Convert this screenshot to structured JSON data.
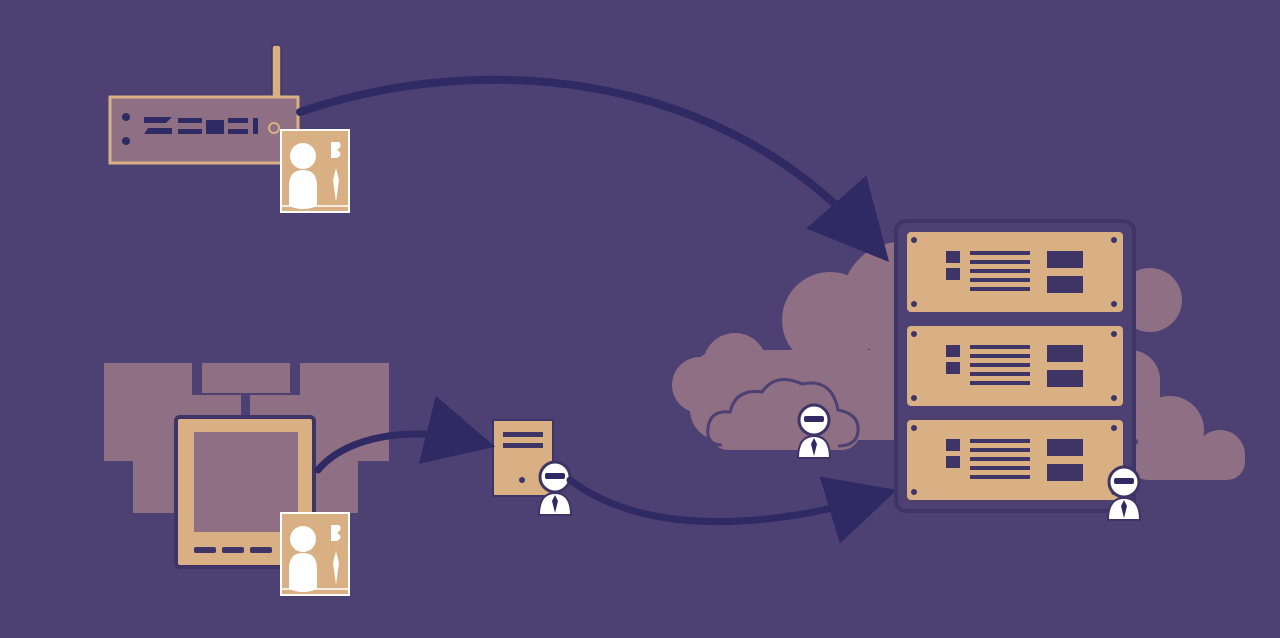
{
  "colors": {
    "background": "#4d4072",
    "hardware": "#d9b083",
    "hardware_outline": "#3e3466",
    "arrow": "#2f2a63",
    "cloud": "#8e6f83",
    "panel_muted": "#8e6f83",
    "person": "#ffffff",
    "card_bg": "#d9b083"
  },
  "nodes": [
    {
      "name": "router",
      "icon": "router-icon",
      "badge": "id-badge-icon"
    },
    {
      "name": "desktop-monitor",
      "icon": "monitor-icon",
      "badge": "id-badge-icon"
    },
    {
      "name": "small-server",
      "icon": "server-tower-icon",
      "person": "agent-icon"
    },
    {
      "name": "cloud-server-rack",
      "icon": "server-rack-icon",
      "person": "agent-icon"
    },
    {
      "name": "cloud-agent",
      "icon": "agent-icon"
    }
  ],
  "edges": [
    {
      "from": "router",
      "to": "cloud-server-rack"
    },
    {
      "from": "desktop-monitor",
      "to": "small-server"
    },
    {
      "from": "small-server",
      "to": "cloud-server-rack"
    }
  ]
}
